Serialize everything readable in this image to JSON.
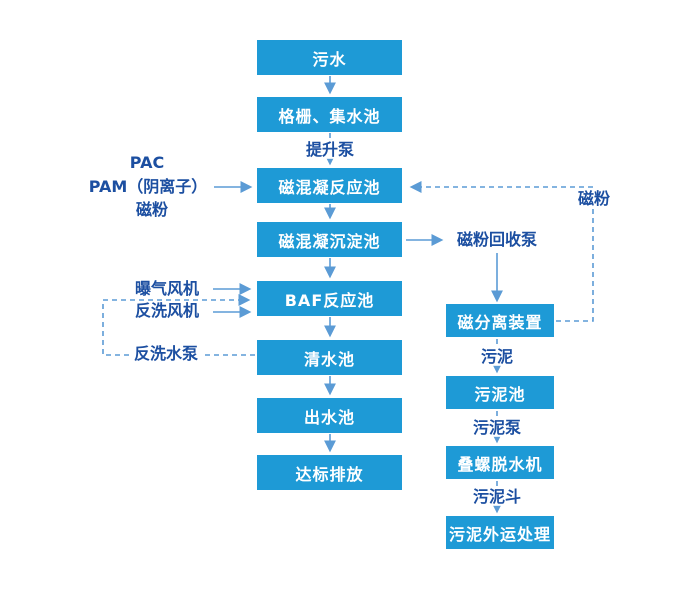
{
  "diagram": {
    "colors": {
      "box_fill": "#1E9AD6",
      "box_text": "#FFFFFF",
      "label_text": "#1C4FA1",
      "arrow": "#5B9BD5"
    },
    "boxes": {
      "sewage": "污水",
      "screen_sump": "格栅、集水池",
      "magnetic_coagulation_reaction": "磁混凝反应池",
      "magnetic_coagulation_sedimentation": "磁混凝沉淀池",
      "baf_reactor": "BAF反应池",
      "clear_water_tank": "清水池",
      "effluent_tank": "出水池",
      "standard_discharge": "达标排放",
      "magnetic_separator": "磁分离装置",
      "sludge_tank": "污泥池",
      "screw_dewatering_machine": "叠螺脱水机",
      "sludge_offsite_disposal": "污泥外运处理"
    },
    "labels": {
      "lift_pump": "提升泵",
      "pac": "PAC",
      "pam_anionic": "PAM（阴离子）",
      "magnetic_powder_dosing": "磁粉",
      "aeration_blower": "曝气风机",
      "backwash_blower": "反洗风机",
      "backwash_water_pump": "反洗水泵",
      "magnetic_powder_recovery_pump": "磁粉回收泵",
      "magnetic_powder_recycle": "磁粉",
      "sludge": "污泥",
      "sludge_pump": "污泥泵",
      "sludge_hopper": "污泥斗"
    }
  }
}
